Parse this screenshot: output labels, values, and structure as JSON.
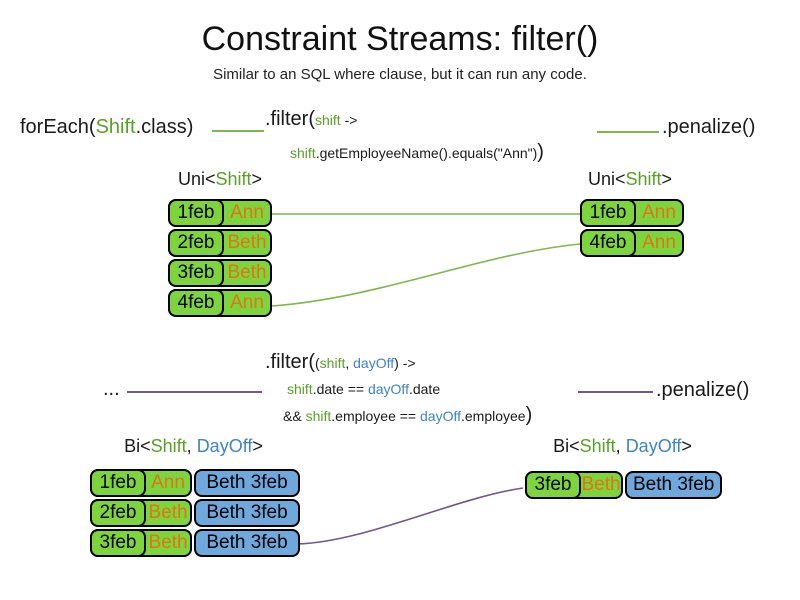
{
  "title": "Constraint Streams: filter()",
  "subtitle": "Similar to an SQL where clause, but it can run any code.",
  "colors": {
    "green_text": "#5aa028",
    "blue_text": "#3d85c6",
    "orange_text": "#e07515",
    "box_green": "#7dd43c",
    "box_blue": "#6fa8dc",
    "line_green": "#82b54d",
    "line_purple": "#75558f"
  },
  "section1": {
    "source_pre": "forEach(",
    "source_type": "Shift",
    "source_post": ".class)",
    "filter_method": ".filter(",
    "filter_param": "shift",
    "filter_arrow": "->",
    "filter_body_var": "shift",
    "filter_body_rest": ".getEmployeeName().equals(\"Ann\")",
    "filter_close": ")",
    "penalize": ".penalize()",
    "left_stream": {
      "type_pre": "Uni<",
      "type_param": "Shift",
      "type_post": ">",
      "rows": [
        {
          "date": "1feb",
          "employee": "Ann"
        },
        {
          "date": "2feb",
          "employee": "Beth"
        },
        {
          "date": "3feb",
          "employee": "Beth"
        },
        {
          "date": "4feb",
          "employee": "Ann"
        }
      ]
    },
    "right_stream": {
      "type_pre": "Uni<",
      "type_param": "Shift",
      "type_post": ">",
      "rows": [
        {
          "date": "1feb",
          "employee": "Ann"
        },
        {
          "date": "4feb",
          "employee": "Ann"
        }
      ]
    }
  },
  "section2": {
    "source": "...",
    "filter_method": ".filter(",
    "filter_paren_open": "(",
    "filter_param1": "shift",
    "filter_comma": ", ",
    "filter_param2": "dayOff",
    "filter_paren_close": ")",
    "filter_arrow": " ->",
    "body1_var1": "shift",
    "body1_mid": ".date == ",
    "body1_var2": "dayOff",
    "body1_end": ".date",
    "body2_pre": "&& ",
    "body2_var1": "shift",
    "body2_mid": ".employee == ",
    "body2_var2": "dayOff",
    "body2_end": ".employee",
    "body2_close": ")",
    "penalize": ".penalize()",
    "left_stream": {
      "type_pre": "Bi<",
      "type_param1": "Shift",
      "type_comma": ", ",
      "type_param2": "DayOff",
      "type_post": ">",
      "rows": [
        {
          "date": "1feb",
          "employee": "Ann",
          "dayoff": "Beth 3feb"
        },
        {
          "date": "2feb",
          "employee": "Beth",
          "dayoff": "Beth 3feb"
        },
        {
          "date": "3feb",
          "employee": "Beth",
          "dayoff": "Beth 3feb"
        }
      ]
    },
    "right_stream": {
      "type_pre": "Bi<",
      "type_param1": "Shift",
      "type_comma": ", ",
      "type_param2": "DayOff",
      "type_post": ">",
      "rows": [
        {
          "date": "3feb",
          "employee": "Beth",
          "dayoff": "Beth 3feb"
        }
      ]
    }
  }
}
